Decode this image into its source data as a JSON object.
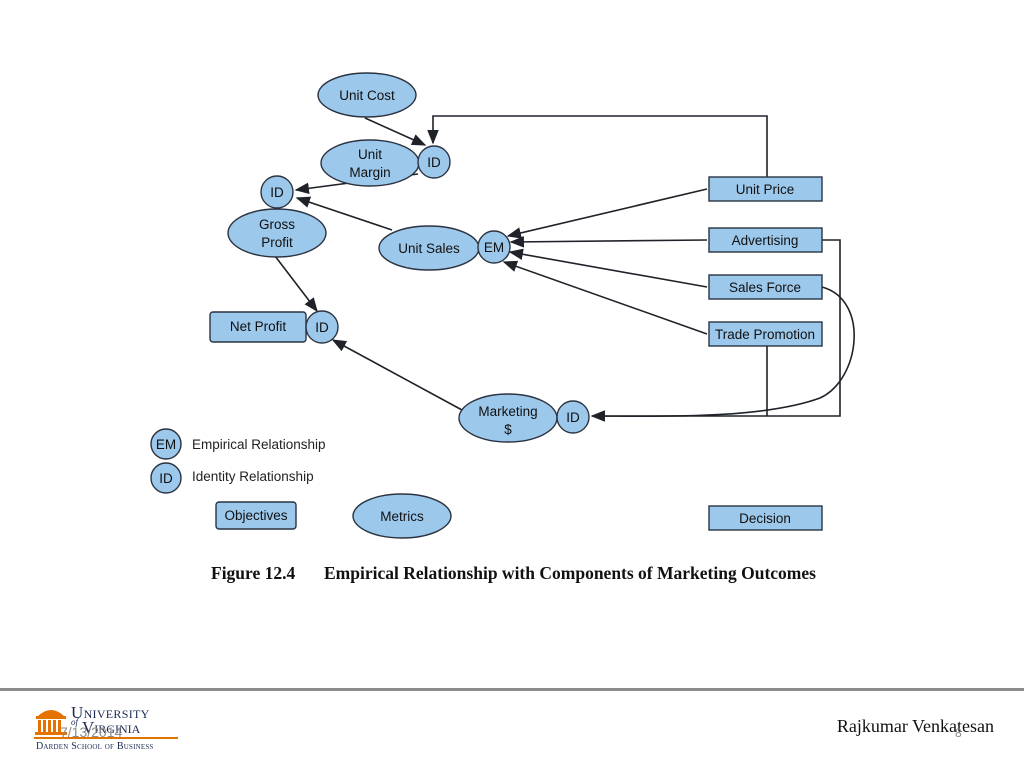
{
  "diagram": {
    "nodes": {
      "unit_cost": "Unit Cost",
      "unit_margin_l1": "Unit",
      "unit_margin_l2": "Margin",
      "gross_profit_l1": "Gross",
      "gross_profit_l2": "Profit",
      "unit_sales": "Unit Sales",
      "net_profit": "Net Profit",
      "marketing_l1": "Marketing",
      "marketing_l2": "$",
      "unit_price": "Unit Price",
      "advertising": "Advertising",
      "sales_force": "Sales Force",
      "trade_promotion": "Trade Promotion",
      "id_tag": "ID",
      "em_tag": "EM"
    },
    "legend": {
      "em_label": "Empirical Relationship",
      "id_label": "Identity Relationship",
      "objectives": "Objectives",
      "metrics": "Metrics",
      "decision": "Decision"
    },
    "caption": {
      "number": "Figure 12.4",
      "title": "Empirical Relationship with Components of Marketing Outcomes"
    },
    "colors": {
      "node_fill": "#9cc8ec",
      "node_stroke": "#2b3340"
    }
  },
  "footer": {
    "logo": {
      "university": "University",
      "of": "of",
      "virginia": "Virginia",
      "school": "Darden School of Business"
    },
    "date": "7/13/2014",
    "author": "Rajkumar Venkatesan",
    "slide_number": "8"
  }
}
